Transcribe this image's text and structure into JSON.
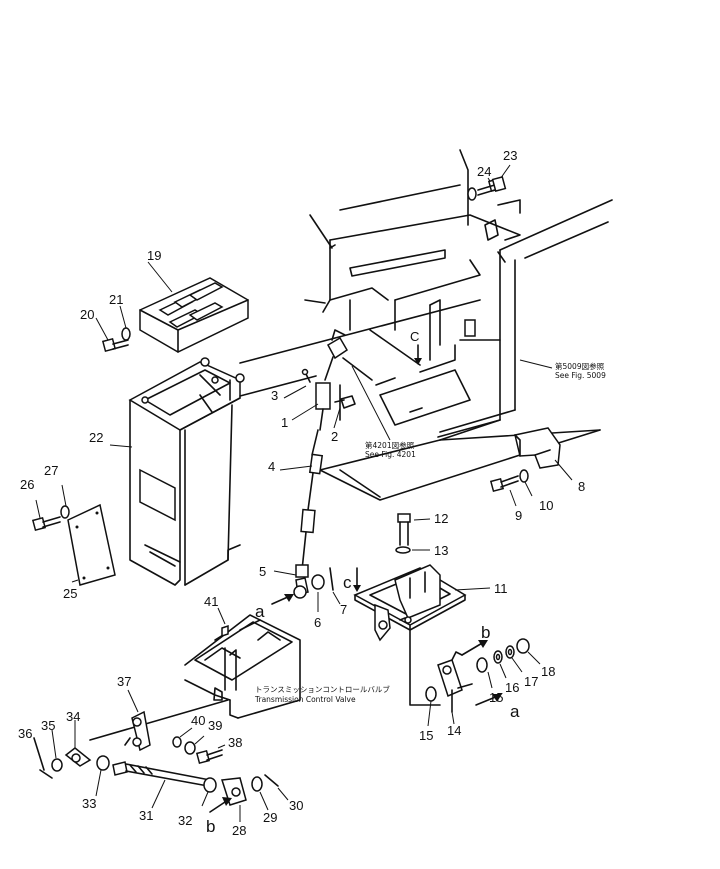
{
  "labels": [
    {
      "id": "1",
      "text": "1"
    },
    {
      "id": "2",
      "text": "2"
    },
    {
      "id": "3",
      "text": "3"
    },
    {
      "id": "4",
      "text": "4"
    },
    {
      "id": "5",
      "text": "5"
    },
    {
      "id": "6",
      "text": "6"
    },
    {
      "id": "7",
      "text": "7"
    },
    {
      "id": "8",
      "text": "8"
    },
    {
      "id": "9",
      "text": "9"
    },
    {
      "id": "10",
      "text": "10"
    },
    {
      "id": "11",
      "text": "11"
    },
    {
      "id": "12",
      "text": "12"
    },
    {
      "id": "13",
      "text": "13"
    },
    {
      "id": "14",
      "text": "14"
    },
    {
      "id": "15a",
      "text": "15"
    },
    {
      "id": "15b",
      "text": "15"
    },
    {
      "id": "16",
      "text": "16"
    },
    {
      "id": "17",
      "text": "17"
    },
    {
      "id": "18",
      "text": "18"
    },
    {
      "id": "19",
      "text": "19"
    },
    {
      "id": "20",
      "text": "20"
    },
    {
      "id": "21",
      "text": "21"
    },
    {
      "id": "22",
      "text": "22"
    },
    {
      "id": "23",
      "text": "23"
    },
    {
      "id": "24",
      "text": "24"
    },
    {
      "id": "25",
      "text": "25"
    },
    {
      "id": "26",
      "text": "26"
    },
    {
      "id": "27",
      "text": "27"
    },
    {
      "id": "28",
      "text": "28"
    },
    {
      "id": "29",
      "text": "29"
    },
    {
      "id": "30",
      "text": "30"
    },
    {
      "id": "31",
      "text": "31"
    },
    {
      "id": "32",
      "text": "32"
    },
    {
      "id": "33",
      "text": "33"
    },
    {
      "id": "34",
      "text": "34"
    },
    {
      "id": "35",
      "text": "35"
    },
    {
      "id": "36",
      "text": "36"
    },
    {
      "id": "37",
      "text": "37"
    },
    {
      "id": "38",
      "text": "38"
    },
    {
      "id": "39",
      "text": "39"
    },
    {
      "id": "40",
      "text": "40"
    },
    {
      "id": "41",
      "text": "41"
    }
  ],
  "letters": {
    "a_left": "a",
    "a_right": "a",
    "b_right": "b",
    "b_bottom": "b",
    "c_top": "C",
    "c_mid": "c"
  },
  "notes": {
    "fig5009_jp": "第5009図参照",
    "fig5009_en": "See Fig. 5009",
    "fig4201_jp": "第4201図参照",
    "fig4201_en": "See Fig. 4201",
    "tcv_jp": "トランスミッションコントロールバルブ",
    "tcv_en": "Transmission Control Valve"
  }
}
